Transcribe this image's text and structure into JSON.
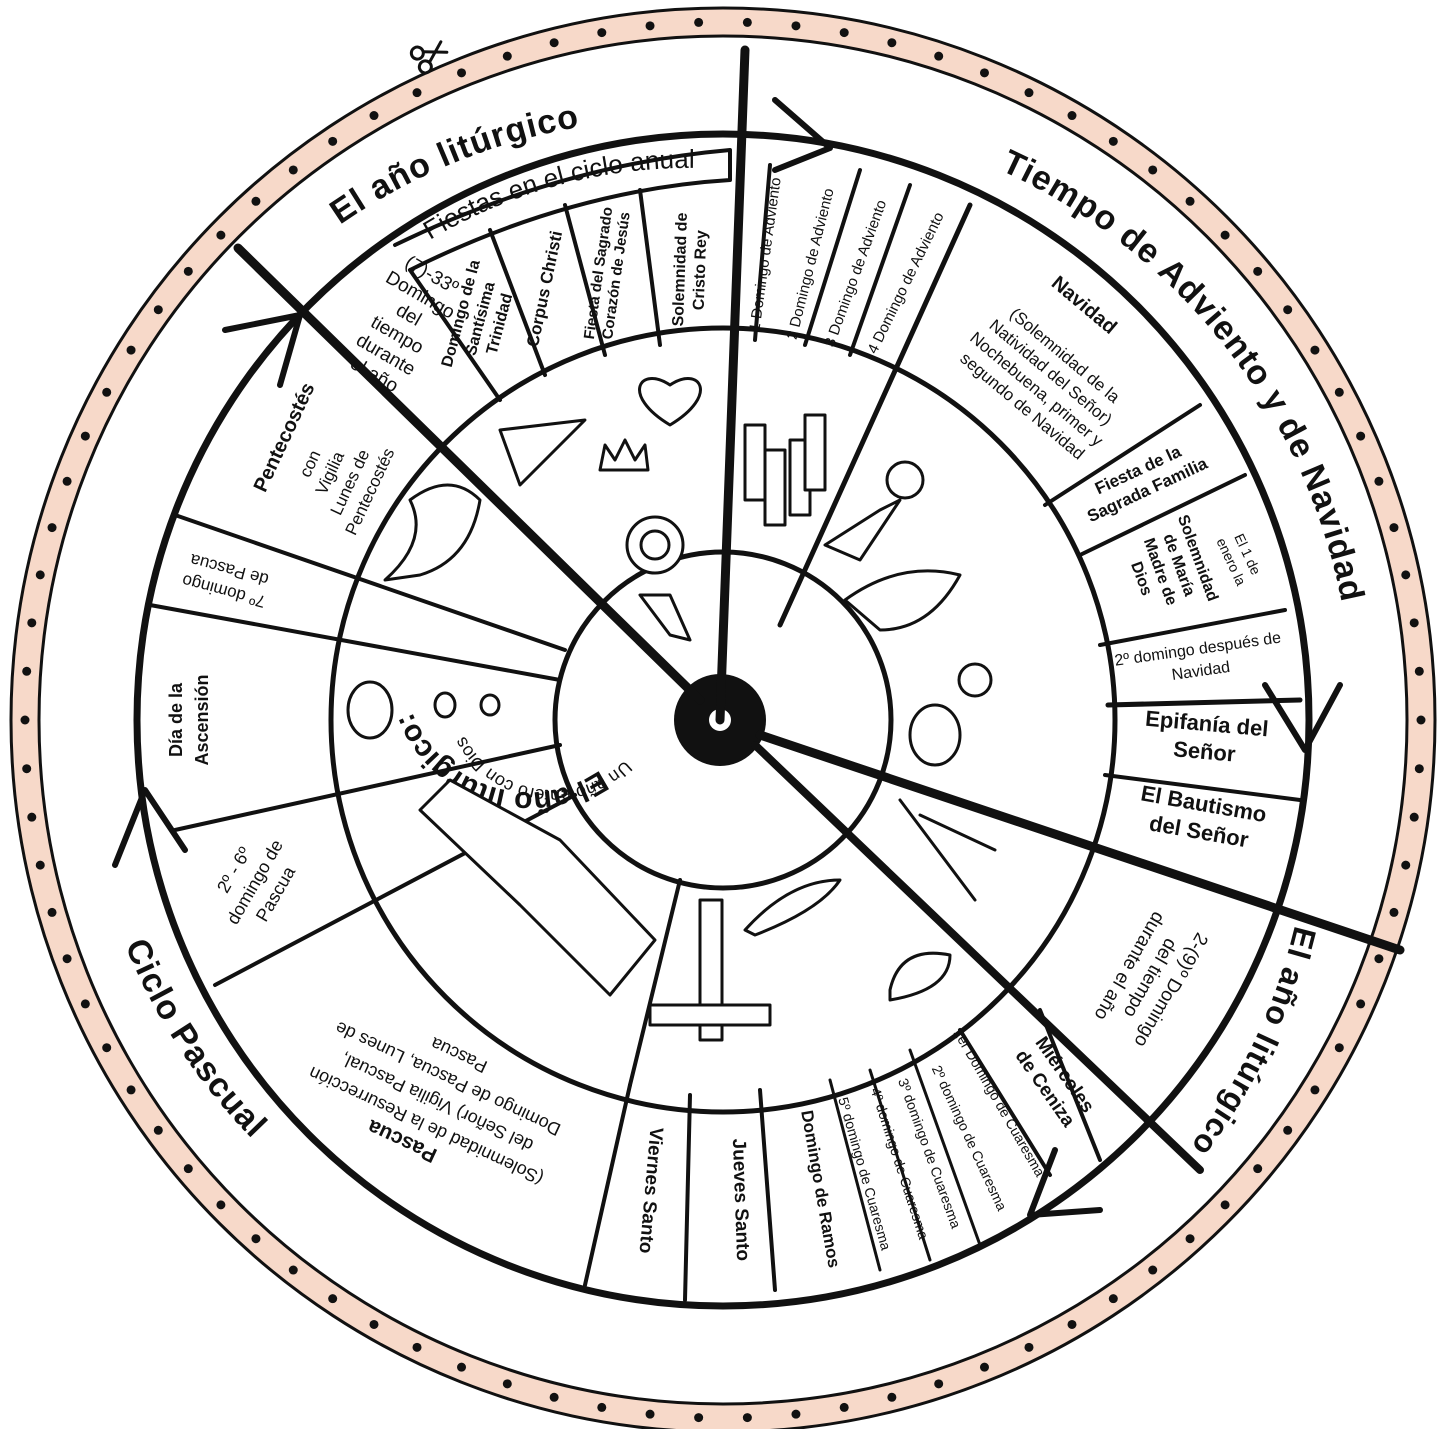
{
  "colors": {
    "rim": "#f7d9c9",
    "ink": "#111111",
    "paper": "#ffffff"
  },
  "outer_ring": {
    "title_top": "El año litúrgico",
    "title_advent": "Tiempo de Adviento y de Navidad",
    "title_right": "El año litúrgico",
    "title_pascual": "Ciclo Pascual"
  },
  "feasts": {
    "header": "Fiestas en el ciclo anual",
    "items": [
      "(7)-33º Domingo del tiempo durante el año",
      "Domingo de la Santísima Trinidad",
      "Corpus Christi",
      "Fiesta del Sagrado Corazón de Jesús",
      "Solemnidad de Cristo Rey"
    ]
  },
  "segments": {
    "advent": [
      "1 Domingo de Adviento",
      "2 Domingo de Adviento",
      "3 Domingo de Adviento",
      "4 Domingo de Adviento"
    ],
    "navidad_title": "Navidad",
    "navidad_text": "(Solemnidad de la Natividad del Señor) Nochebuena, primer y segundo de Navidad",
    "sagrada_familia": "Fiesta de la Sagrada Familia",
    "enero_1_intro": "El 1 de enero la",
    "madre_de_dios": "Solemnidad de María Madre de Dios",
    "domingo_despues_navidad": "2º domingo después de Navidad",
    "epifania": "Epifanía del Señor",
    "bautismo": "El Bautismo del Señor",
    "tiempo_durante_ano": "2-(9)º Domingo del tiempo durante el año",
    "miercoles_ceniza": "Miércoles de Ceniza",
    "cuaresma": [
      "1er Domingo de Cuaresma",
      "2º domingo de Cuaresma",
      "3º domingo de Cuaresma",
      "4º domingo de Cuaresma",
      "5º domingo de Cuaresma"
    ],
    "domingo_ramos": "Domingo de Ramos",
    "jueves_santo": "Jueves Santo",
    "viernes_santo": "Viernes Santo",
    "pascua_title": "Pascua",
    "pascua_text": "(Solemnidad de la Resurrección del Señor) Vigilia Pascual, Domingo de Pascua, Lunes de Pascua",
    "domingo_pascua_2_6": "2º - 6º domingo de Pascua",
    "ascension": "Día de la Ascensión",
    "domingo_pascua_7": "7º domingo de Pascua",
    "pentecostes_title": "Pentecostés",
    "pentecostes_text": "con Vigilia Lunes de Pentecostés"
  },
  "center": {
    "title": "El año litúrgico:",
    "subtitle": "Un año entero con Dios"
  },
  "icons": [
    "scissors-icon",
    "candles-icon",
    "nativity-icon",
    "magi-icon",
    "baptism-icon",
    "ashes-icon",
    "cross-icon",
    "tomb-icon",
    "ascension-icon",
    "dove-icon",
    "trinity-icon",
    "crown-icon",
    "monstrance-icon",
    "sacred-heart-icon"
  ]
}
